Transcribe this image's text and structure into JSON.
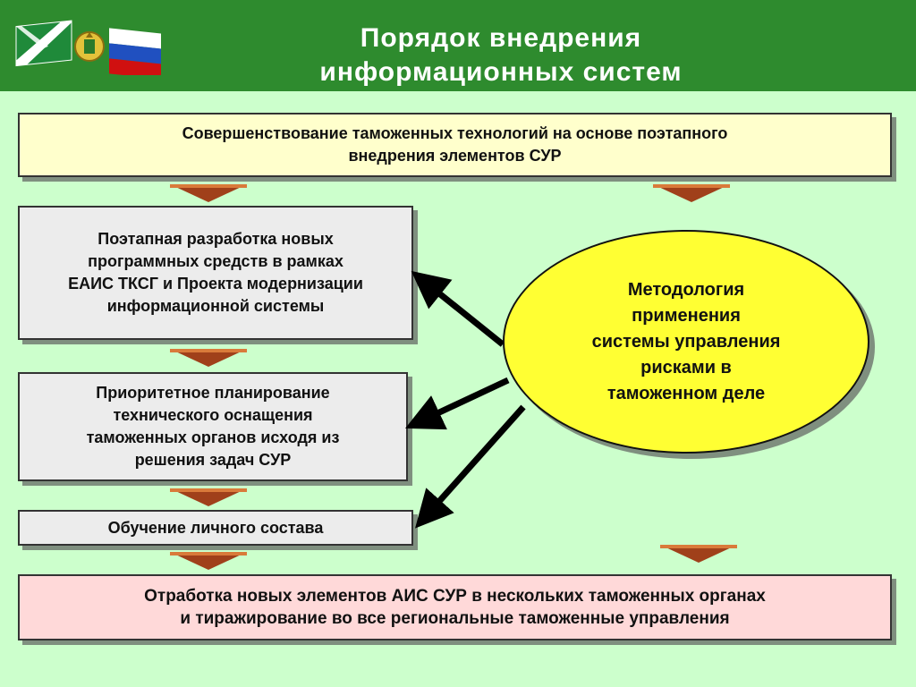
{
  "header": {
    "title": "Порядок внедрения\nинформационных систем"
  },
  "colors": {
    "header_bg": "#2e8b2e",
    "page_bg": "#ccffcc",
    "top_box": "#ffffcc",
    "step_box": "#ececec",
    "bottom_box": "#ffd9d9",
    "ellipse": "#ffff33",
    "down_arrow": "#a0401a"
  },
  "top_box": {
    "text": "Совершенствование таможенных технологий на основе поэтапного\nвнедрения элементов СУР"
  },
  "steps": [
    {
      "text": "Поэтапная разработка новых\nпрограммных средств в рамках\nЕАИС ТКСГ и Проекта модернизации\nинформационной системы"
    },
    {
      "text": "Приоритетное планирование\nтехнического оснащения\nтаможенных органов исходя из\nрешения  задач СУР"
    },
    {
      "text": "Обучение личного состава"
    }
  ],
  "ellipse": {
    "text": "Методология\nприменения\nсистемы управления\nрисками в\nтаможенном деле"
  },
  "bottom_box": {
    "text": "Отработка новых элементов АИС СУР в нескольких таможенных органах\nи тиражирование во все региональные таможенные управления"
  },
  "icons": {
    "logo": "customs-flag-emblem-russia-flag-icon",
    "down_arrow": "down-triangle-arrow-icon",
    "connector": "black-arrow-connector-icon"
  }
}
